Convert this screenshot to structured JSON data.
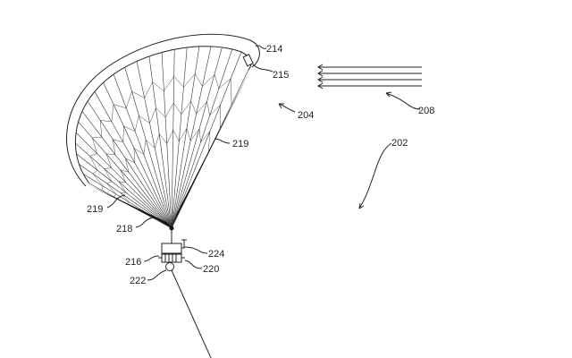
{
  "labels": {
    "kite": "204",
    "wind": "208",
    "environment": "202",
    "canopy_edge": "214",
    "canopy_sensor": "215",
    "lines_upper": "219",
    "lines_lower": "219",
    "bridle_point": "218",
    "control_pod": "216",
    "antenna": "224",
    "winch": "220",
    "pulley": "222"
  }
}
